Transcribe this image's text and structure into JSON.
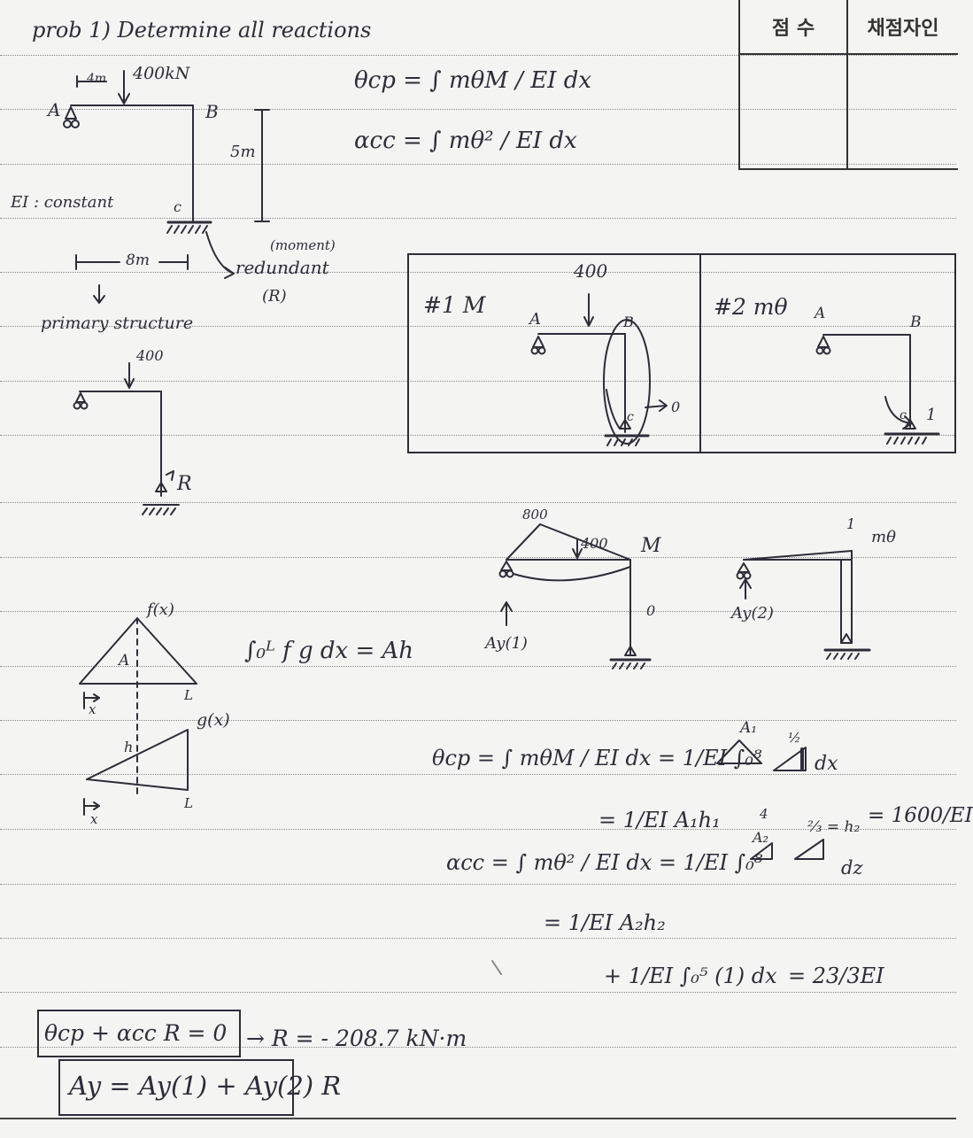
{
  "grading": {
    "score_label": "점 수",
    "grader_label": "채점자인"
  },
  "problem": {
    "title": "prob 1)  Determine all reactions",
    "load_top": "400kN",
    "dim_4m": "4m",
    "label_A": "A",
    "label_B": "B",
    "label_C": "c",
    "dim_5m": "5m",
    "dim_8m": "8m",
    "ei_note": "EI : constant",
    "redundant_note": "(moment)",
    "redundant_label": "redundant",
    "redundant_symbol": "(R)",
    "primary_label": "primary structure",
    "primary_load": "400",
    "primary_R": "R"
  },
  "formulas": {
    "theta_cp": "θcp = ∫ mθM / EI dx",
    "alpha_cc": "αcc = ∫ mθ² / EI dx"
  },
  "panels": {
    "panel1_title": "#1 M",
    "panel1_load": "400",
    "panel1_A": "A",
    "panel1_B": "B",
    "panel1_C": "c",
    "panel1_zero": "0",
    "panel2_title": "#2 mθ",
    "panel2_A": "A",
    "panel2_B": "B",
    "panel2_C": "c",
    "panel2_one": "1"
  },
  "moment_diagrams": {
    "m_peak": "800",
    "m_load": "400",
    "m_label": "M",
    "m_zero": "0",
    "m_Ay": "Ay(1)",
    "mtheta_label": "mθ",
    "mtheta_one": "1",
    "mtheta_Ay": "Ay(2)"
  },
  "visual_integration": {
    "fx": "f(x)",
    "area_label": "A",
    "x1": "x",
    "L1": "L",
    "gx": "g(x)",
    "h_label": "h",
    "x2": "x",
    "L2": "L",
    "integral": "∫₀ᴸ f g dx = Ah"
  },
  "calc": {
    "a1": "A₁",
    "line1": "θcp = ∫ mθM / EI dx = 1/EI ∫₀⁸",
    "half": "½",
    "line1_end": "dx",
    "line2": "= 1/EI A₁h₁",
    "four": "4",
    "h2": "⅔ = h₂",
    "result1": "= 1600/EI",
    "a2": "A₂",
    "line3": "αcc = ∫ mθ² / EI dx = 1/EI ∫₀⁸",
    "line3_end": "dz",
    "line4": "= 1/EI A₂h₂",
    "line5": "+ 1/EI ∫₀⁵ (1) dx",
    "result2": "= 23/3EI"
  },
  "final": {
    "compat": "θcp + αcc R = 0",
    "result": "→ R = - 208.7 kN·m",
    "ay": "Ay = Ay(1) + Ay(2) R"
  }
}
